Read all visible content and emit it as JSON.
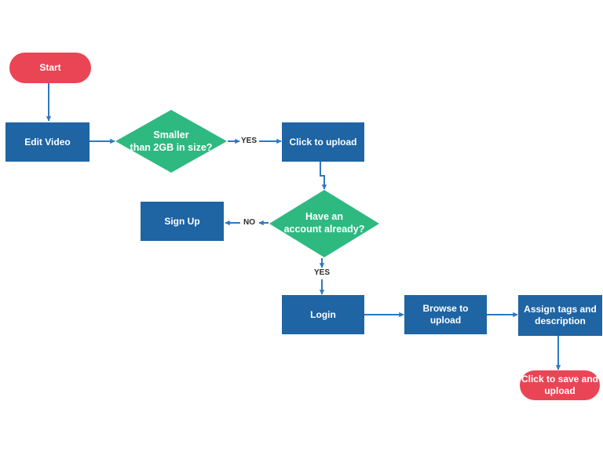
{
  "colors": {
    "process": "#1f64a3",
    "terminal": "#ea4555",
    "decision": "#2eb981",
    "arrow": "#2e78c2"
  },
  "nodes": {
    "start": "Start",
    "edit_video": "Edit Video",
    "decision_size": "Smaller\nthan 2GB  in size?",
    "click_upload": "Click to upload",
    "decision_account": "Have an\naccount  already?",
    "sign_up": "Sign Up",
    "login": "Login",
    "browse_upload": "Browse to\nupload",
    "assign_tags": "Assign tags and\ndescription",
    "save_upload": "Click to save and\nupload"
  },
  "edge_labels": {
    "size_yes": "YES",
    "account_no": "NO",
    "account_yes": "YES"
  }
}
